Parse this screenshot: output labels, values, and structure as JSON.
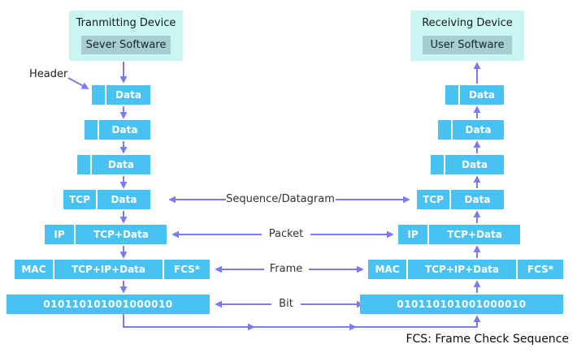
{
  "left": {
    "title": "Tranmitting Device",
    "software": "Sever Software",
    "rows": [
      {
        "cells": [
          "",
          "Data"
        ]
      },
      {
        "cells": [
          "",
          "Data"
        ]
      },
      {
        "cells": [
          "",
          "Data"
        ]
      },
      {
        "cells": [
          "TCP",
          "Data"
        ]
      },
      {
        "cells": [
          "IP",
          "TCP+Data"
        ]
      },
      {
        "cells": [
          "MAC",
          "TCP+IP+Data",
          "FCS*"
        ]
      },
      {
        "cells": [
          "010110101001000010"
        ]
      }
    ]
  },
  "right": {
    "title": "Receiving Device",
    "software": "User Software",
    "rows": [
      {
        "cells": [
          "",
          "Data"
        ]
      },
      {
        "cells": [
          "",
          "Data"
        ]
      },
      {
        "cells": [
          "",
          "Data"
        ]
      },
      {
        "cells": [
          "TCP",
          "Data"
        ]
      },
      {
        "cells": [
          "IP",
          "TCP+Data"
        ]
      },
      {
        "cells": [
          "MAC",
          "TCP+IP+Data",
          "FCS*"
        ]
      },
      {
        "cells": [
          "010110101001000010"
        ]
      }
    ]
  },
  "labels": {
    "header": "Header",
    "sequence": "Sequence/Datagram",
    "packet": "Packet",
    "frame": "Frame",
    "bit": "Bit"
  },
  "footnote": "FCS: Frame Check Sequence",
  "colors": {
    "box_blue": "#47c2f3",
    "panel_cyan": "#c9f6f3",
    "software_gray": "#a7ccd2",
    "arrow_purple": "#7b7bf0"
  }
}
